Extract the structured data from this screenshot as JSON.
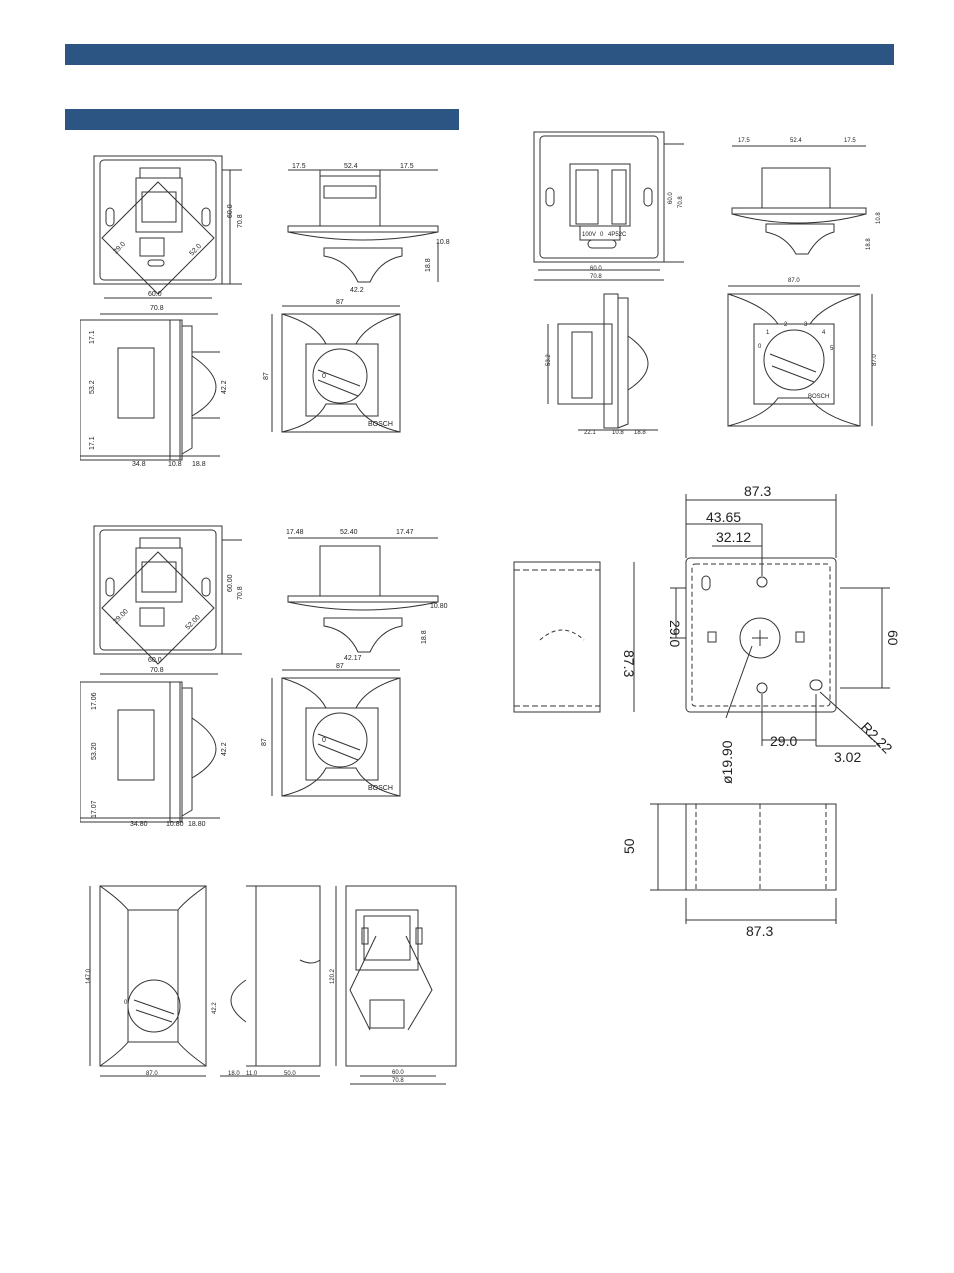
{
  "colors": {
    "header_bar": "#2c5583",
    "line": "#333333"
  },
  "header": {
    "title": "",
    "subtitle": ""
  },
  "drawing1": {
    "front": {
      "w": "70.8",
      "h": "70.8",
      "inner_h": "60.0",
      "inner_w": "60.0",
      "diag_a": "29.0",
      "diag_b": "52.0"
    },
    "top": {
      "left": "17.5",
      "mid": "52.4",
      "right": "17.5",
      "depth": "10.8",
      "depth2": "18.8",
      "knob": "42.2"
    },
    "side": {
      "a": "17.1",
      "b": "53.2",
      "c": "17.1",
      "knob": "42.2",
      "d1": "34.8",
      "d2": "10.8",
      "d3": "18.8"
    },
    "plate": {
      "w": "87",
      "h": "87",
      "brand": "BOSCH",
      "zero": "0"
    }
  },
  "drawing2": {
    "front": {
      "w": "70.8",
      "h": "70.8",
      "inner_h": "60.00",
      "inner_w": "60.0",
      "diag_a": "29.00",
      "diag_b": "52.00"
    },
    "top": {
      "left": "17.48",
      "mid": "52.40",
      "right": "17.47",
      "depth": "10.80",
      "depth2": "18.8",
      "knob": "42.17"
    },
    "side": {
      "a": "17.06",
      "b": "53.20",
      "c": "17.07",
      "knob": "42.2",
      "d1": "34.80",
      "d2": "10.80",
      "d3": "18.80"
    },
    "plate": {
      "w": "87",
      "h": "87",
      "brand": "BOSCH",
      "zero": "0"
    }
  },
  "drawing3": {
    "front": {
      "h": "147.0",
      "w": "87.0",
      "zero": "0"
    },
    "side": {
      "knob": "42.2",
      "d1": "18.0",
      "d2": "11.0",
      "d3": "50.0"
    },
    "back": {
      "h": "120.2",
      "w1": "60.0",
      "w2": "70.8"
    }
  },
  "drawing4": {
    "front": {
      "h1": "60.0",
      "h2": "70.8",
      "w1": "60.0",
      "w2": "70.8",
      "t1": "100V",
      "t2": "0",
      "t3": "4P52",
      "t4": "C"
    },
    "top": {
      "left": "17.5",
      "mid": "52.4",
      "right": "17.5",
      "depth": "10.8",
      "depth2": "18.8"
    },
    "side": {
      "h": "53.2",
      "d1": "22.1",
      "d2": "10.8",
      "d3": "18.8"
    },
    "plate": {
      "w": "87.0",
      "h": "87.0",
      "brand": "BOSCH",
      "s0": "0",
      "s1": "1",
      "s2": "2",
      "s3": "3",
      "s4": "4",
      "s5": "5"
    }
  },
  "box": {
    "w": "87.3",
    "a": "43.65",
    "b": "32.12",
    "c": "29.0",
    "h": "87.3",
    "d": "60",
    "e": "29.0",
    "f": "3.02",
    "r": "R2.22",
    "dia": "ø19.90",
    "depth": "50",
    "w2": "87.3"
  }
}
